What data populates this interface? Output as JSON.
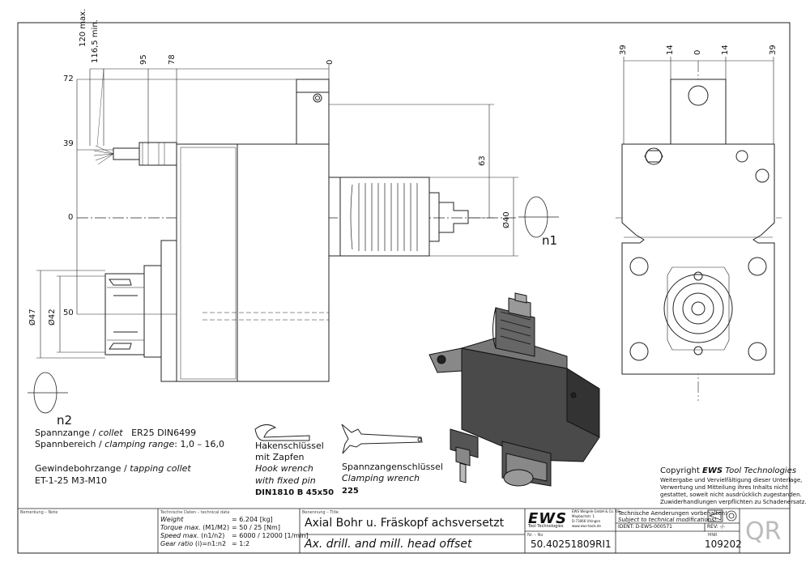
{
  "dimensions": {
    "top": [
      "120 max.",
      "116,5 min.",
      "95",
      "78",
      "0"
    ],
    "left": [
      "72",
      "39",
      "0",
      "50"
    ],
    "diameters": [
      "Ø47",
      "Ø42"
    ],
    "right_side": [
      "63",
      "Ø40"
    ],
    "rotation": [
      "n1",
      "n2"
    ],
    "end_view": [
      "39",
      "14",
      "0",
      "14",
      "39"
    ]
  },
  "specs": {
    "collet": {
      "de": "Spannzange / ",
      "en": "collet",
      "value": "ER25    DIN6499"
    },
    "clamping": {
      "de": "Spannbereich / ",
      "en": "clamping range",
      "value": ": 1,0 – 16,0"
    },
    "tapping": {
      "de": "Gewindebohrzange / ",
      "en": "tapping collet"
    },
    "tapping_value": "ET-1-25    M3-M10"
  },
  "hook_wrench": {
    "de1": "Hakenschlüssel",
    "de2": "mit Zapfen",
    "en1": "Hook wrench",
    "en2": "with fixed pin",
    "spec": "DIN1810 B 45x50"
  },
  "clamping_wrench": {
    "de": "Spannzangenschlüssel",
    "en": "Clamping wrench",
    "value": "225"
  },
  "copyright": {
    "prefix": "Copyright ",
    "brand": "EWS",
    "suffix": " Tool Technologies",
    "line1": "Weitergabe und Vervielfältigung dieser Unterlage,",
    "line2": "Verwertung und Mitteilung ihres Inhalts nicht",
    "line3": "gestattet, soweit nicht ausdrücklich zugestanden.",
    "line4": "Zuwiderhandlungen verpflichten zu Schadenersatz."
  },
  "title_block": {
    "note_label": "Bemerkung – Note",
    "tech_label": "Technische Daten – technical data",
    "tech_rows": [
      {
        "label": "Weight",
        "unit": "",
        "value": "= 6.204 [kg]"
      },
      {
        "label": "Torque max.",
        "unit": "(M1/M2)",
        "value": "= 50 / 25 [Nm]"
      },
      {
        "label": "Speed max.",
        "unit": "(n1/n2)",
        "value": "= 6000 / 12000 [1/min]"
      },
      {
        "label": "Gear ratio",
        "unit": "(i)=n1:n2",
        "value": "= 1:2"
      }
    ],
    "title_label": "Benennung – Title",
    "title_de": "Axial Bohr u. Fräskopf achsversetzt",
    "title_en": "Ax. drill. and mill. head offset",
    "nr_label": "Nr. – No",
    "number": "50.40251809RI1",
    "company_logo": "EWS",
    "company_sub": "Tool Technologies",
    "company_addr1": "EWS Weigele GmbH & Co. KG",
    "company_addr2": "Maybachstr. 1",
    "company_addr3": "D-73066 Uhingen",
    "company_addr4": "www.ews-tools.de",
    "changes_de": "Technische Aenderungen vorbehalten!",
    "changes_en": "Subject to technical modifications!",
    "ident": "IDENT: D-EWS-000571",
    "rev": "REV: -/-",
    "mnr_label": "MNR",
    "mnr": "109202",
    "qr": "QR"
  }
}
